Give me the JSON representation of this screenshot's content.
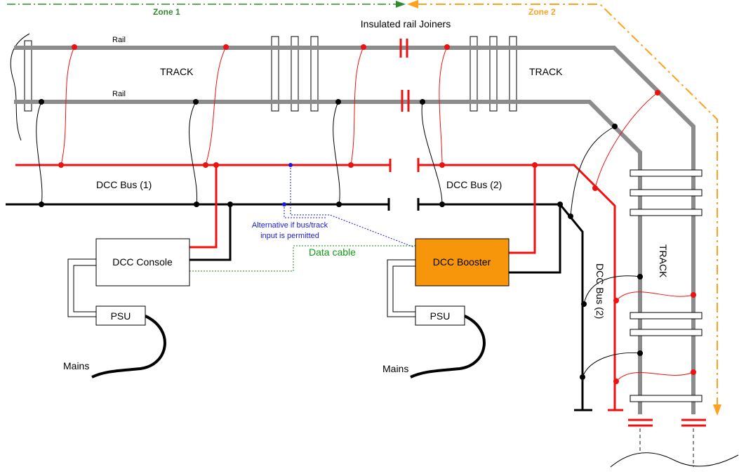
{
  "labels": {
    "zone1": "Zone 1",
    "zone2": "Zone 2",
    "insulated_joiners": "Insulated rail Joiners",
    "rail_top": "Rail",
    "rail_bottom": "Rail",
    "track_left": "TRACK",
    "track_right": "TRACK",
    "track_vertical": "TRACK",
    "dcc_bus_1": "DCC Bus (1)",
    "dcc_bus_2": "DCC Bus (2)",
    "dcc_bus_2_vertical": "DCC Bus (2)",
    "alternative_note_line1": "Alternative if bus/track",
    "alternative_note_line2": "input is permitted",
    "data_cable": "Data cable",
    "dcc_console": "DCC Console",
    "dcc_booster": "DCC Booster",
    "psu_left": "PSU",
    "psu_right": "PSU",
    "mains_left": "Mains",
    "mains_right": "Mains"
  },
  "colors": {
    "rail": "#8c8c8c",
    "bus_red": "#ee1111",
    "bus_black": "#000000",
    "zone1": "#2e8b2e",
    "zone2": "#ffa01e",
    "booster_fill": "#f7960b",
    "data_cable": "#139a13",
    "alternative_link": "#1a1ae0"
  }
}
